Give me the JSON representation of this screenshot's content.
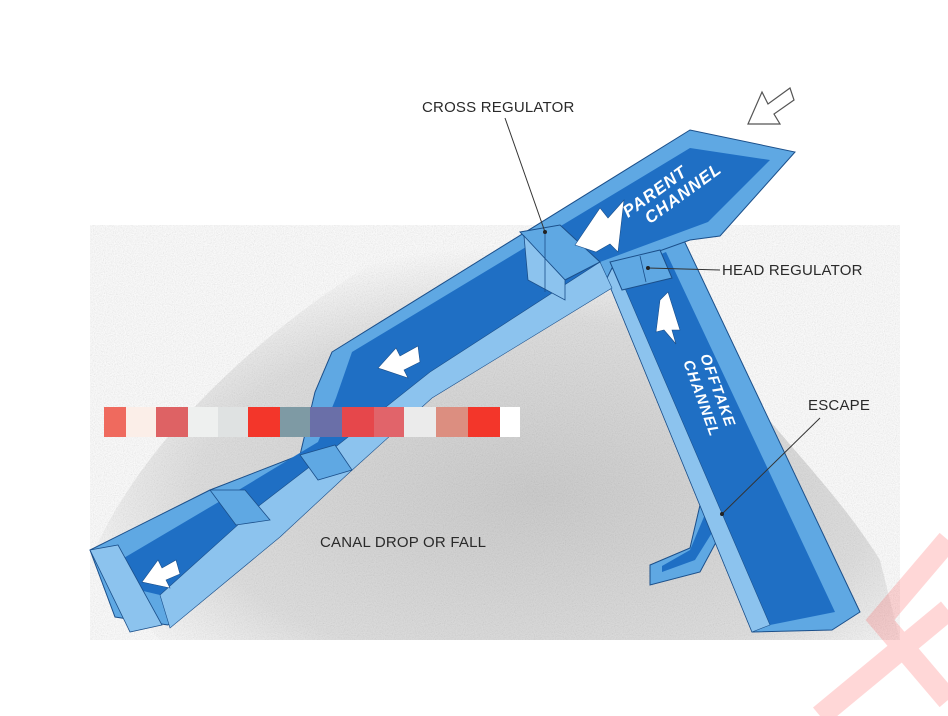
{
  "callouts": {
    "cross_regulator": "CROSS REGULATOR",
    "head_regulator": "HEAD REGULATOR",
    "escape": "ESCAPE",
    "canal_drop": "CANAL DROP OR FALL"
  },
  "channels": {
    "parent_line1": "PARENT",
    "parent_line2": "CHANNEL",
    "offtake_line1": "OFFTAKE",
    "offtake_line2": "CHANNEL"
  },
  "colors": {
    "water": "#1f6fc4",
    "bank": "#5fa8e3",
    "bank_light": "#8cc3ee",
    "ground": "#d8d8d8",
    "outline": "#1b4f8a",
    "watermark": "#ff2a2a"
  },
  "censor_strip": [
    "#ef6a5e",
    "#fbeee8",
    "#de6264",
    "#eef0ef",
    "#dfe2e2",
    "#f3362a",
    "#7e9aa4",
    "#6a6fa8",
    "#e6474b",
    "#e1646a",
    "#ebebeb",
    "#dc8e80",
    "#f3362a",
    "#ffffff"
  ]
}
